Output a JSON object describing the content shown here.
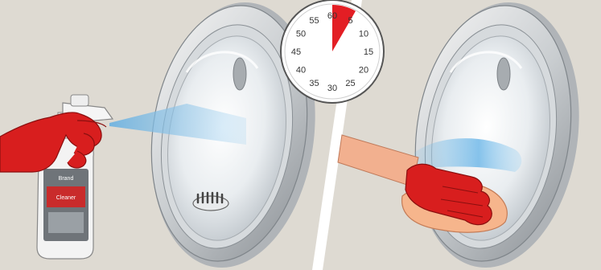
{
  "colors": {
    "background": "#dedad2",
    "glove": "#d81e1e",
    "spray": "#6fb3e0",
    "skin": "#f2b08f",
    "cloth": "#f6b58c",
    "timer_wedge": "#e31e24"
  },
  "timer": {
    "labels": [
      "60",
      "5",
      "10",
      "15",
      "20",
      "25",
      "30",
      "35",
      "40",
      "45",
      "50",
      "55"
    ],
    "elapsed_minutes": 5
  },
  "bottle": {
    "brand_text": "Brand",
    "label_text": "Cleaner"
  },
  "panels": [
    {
      "step": "spray-cleaner-on-door-glass",
      "icons": [
        "gloved-hand-icon",
        "spray-bottle-icon",
        "spray-mist-icon",
        "washing-machine-door-icon"
      ]
    },
    {
      "step": "wipe-door-glass-with-cloth",
      "icons": [
        "gloved-hand-icon",
        "cloth-icon",
        "washing-machine-door-icon"
      ]
    }
  ]
}
